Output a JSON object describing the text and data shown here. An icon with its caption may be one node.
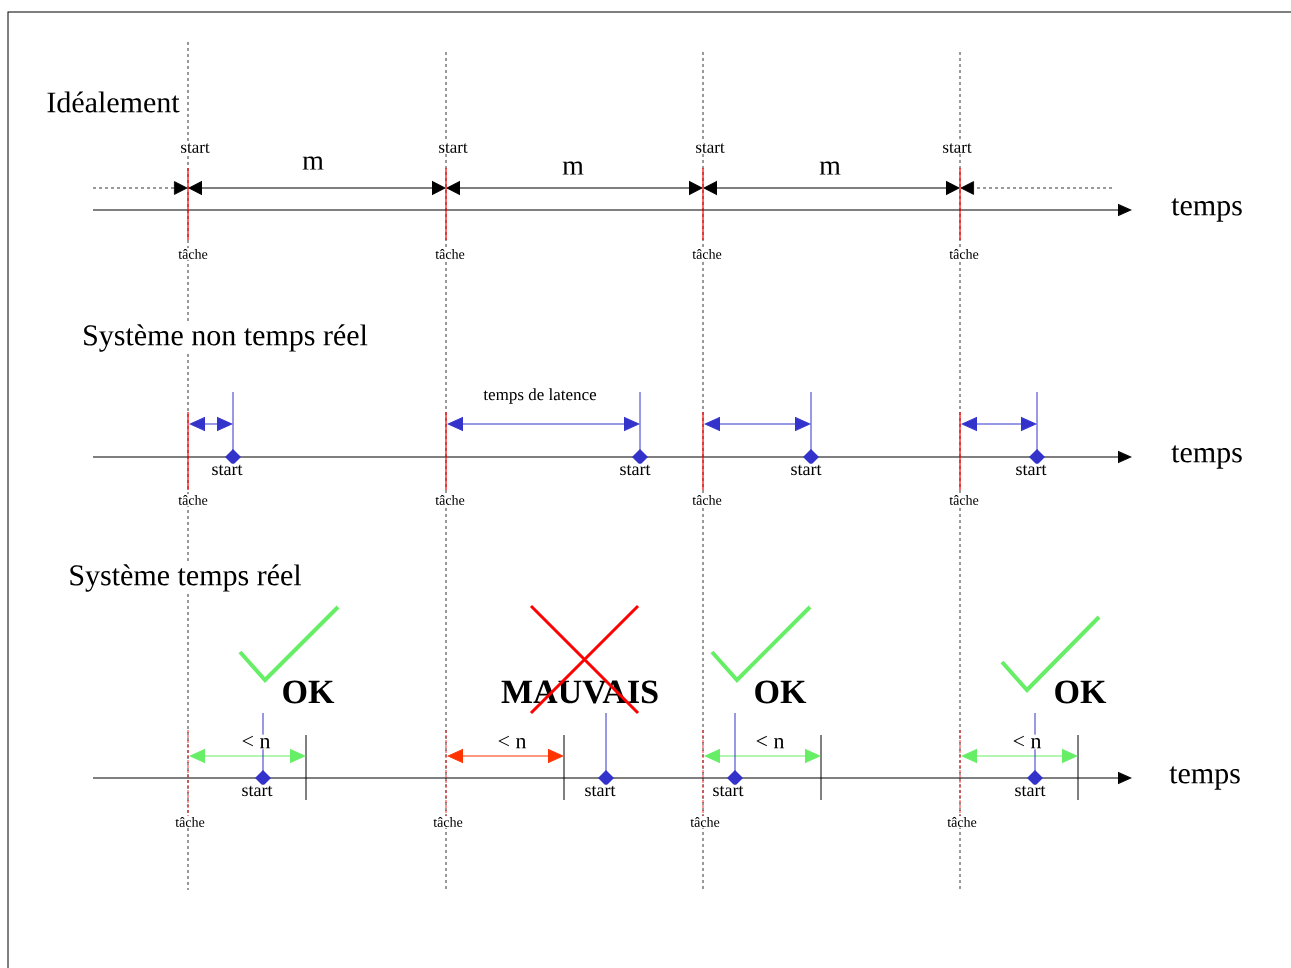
{
  "diagram": {
    "labels": [
      "Idéalement",
      "start",
      "start",
      "start",
      "start",
      "m",
      "m",
      "m",
      "temps",
      "tâche",
      "tâche",
      "tâche",
      "tâche",
      "Système non temps réel",
      "temps de latence",
      "start",
      "start",
      "start",
      "start",
      "temps",
      "tâche",
      "tâche",
      "tâche",
      "tâche",
      "Système temps réel",
      "OK",
      "MAUVAIS",
      "OK",
      "OK",
      "< n",
      "< n",
      "< n",
      "< n",
      "temps",
      "start",
      "start",
      "start",
      "start",
      "tâche",
      "tâche",
      "tâche",
      "tâche"
    ]
  }
}
